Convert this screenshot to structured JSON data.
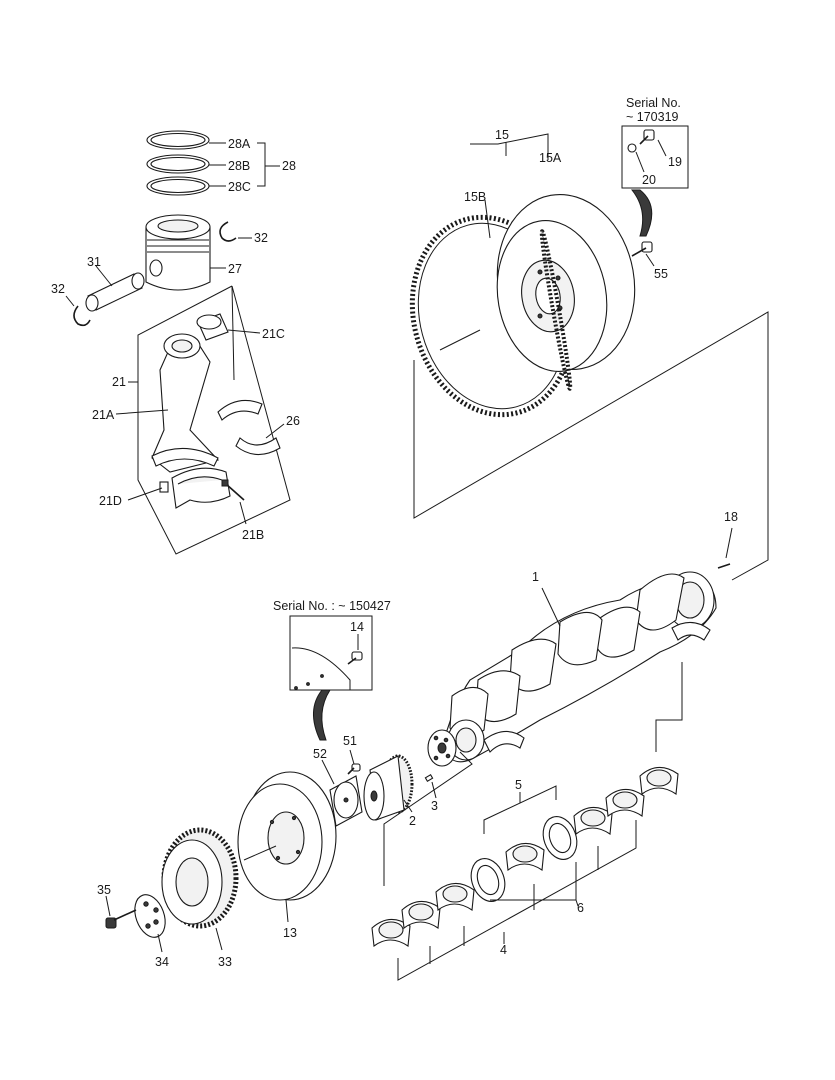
{
  "serial_flywheel": {
    "title": "Serial No.",
    "value": "~ 170319"
  },
  "serial_damper": {
    "text": "Serial No. : ~ 150427"
  },
  "labels": {
    "p1": "1",
    "p2": "2",
    "p3": "3",
    "p4": "4",
    "p5": "5",
    "p6": "6",
    "p13": "13",
    "p14": "14",
    "p15": "15",
    "p15a": "15A",
    "p15b": "15B",
    "p18": "18",
    "p19": "19",
    "p20": "20",
    "p21": "21",
    "p21a": "21A",
    "p21b": "21B",
    "p21c": "21C",
    "p21d": "21D",
    "p26": "26",
    "p27": "27",
    "p28": "28",
    "p28a": "28A",
    "p28b": "28B",
    "p28c": "28C",
    "p31": "31",
    "p32a": "32",
    "p32b": "32",
    "p33": "33",
    "p34": "34",
    "p35": "35",
    "p51": "51",
    "p52": "52",
    "p55": "55"
  }
}
